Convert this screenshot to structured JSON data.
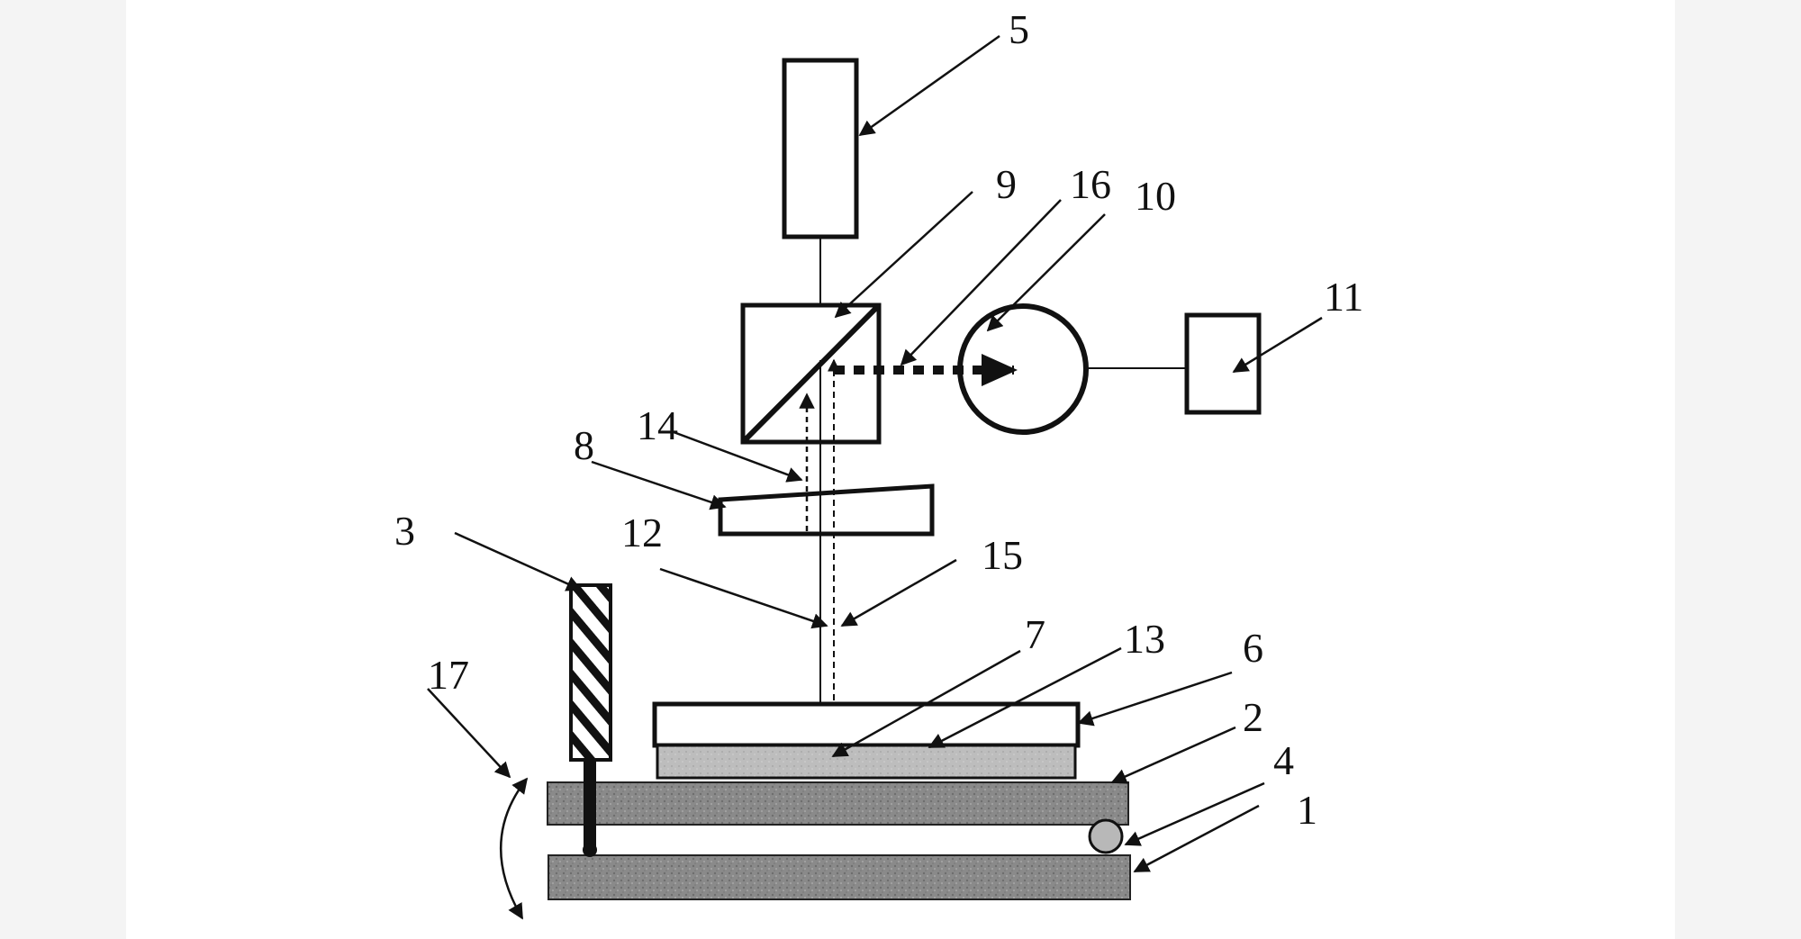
{
  "figure": {
    "callouts": {
      "c1": "1",
      "c2": "2",
      "c3": "3",
      "c4": "4",
      "c5": "5",
      "c6": "6",
      "c7": "7",
      "c8": "8",
      "c9": "9",
      "c10": "10",
      "c11": "11",
      "c12": "12",
      "c13": "13",
      "c14": "14",
      "c15": "15",
      "c16": "16",
      "c17": "17"
    }
  }
}
